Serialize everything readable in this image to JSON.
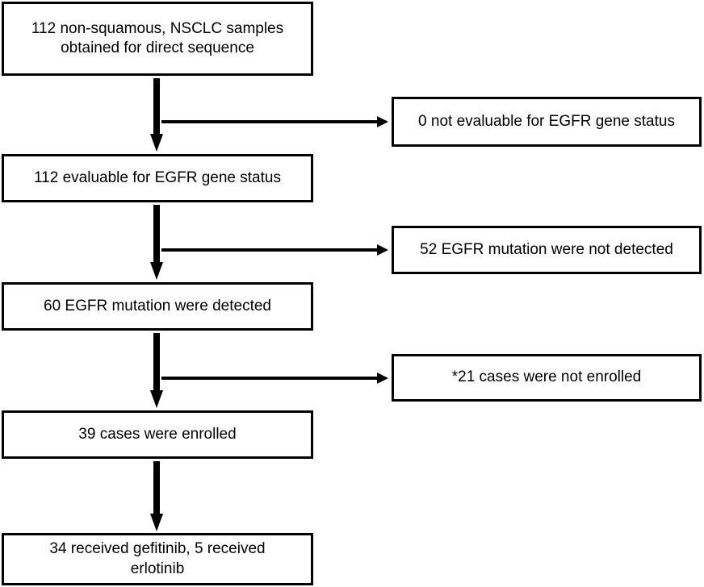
{
  "chart_data": {
    "type": "diagram",
    "diagram_kind": "flowchart",
    "title": "",
    "nodes": [
      {
        "id": "samples",
        "label": "112 non-squamous, NSCLC samples\nobtained for direct sequence",
        "column": "main",
        "count": 112
      },
      {
        "id": "not_evaluable",
        "label": "0 not evaluable for EGFR gene status",
        "column": "branch",
        "count": 0
      },
      {
        "id": "evaluable",
        "label": "112 evaluable for EGFR gene status",
        "column": "main",
        "count": 112
      },
      {
        "id": "mutation_neg",
        "label": "52 EGFR mutation were not detected",
        "column": "branch",
        "count": 52
      },
      {
        "id": "mutation_pos",
        "label": "60 EGFR mutation were detected",
        "column": "main",
        "count": 60
      },
      {
        "id": "not_enrolled",
        "label": "*21 cases were not enrolled",
        "column": "branch",
        "count": 21
      },
      {
        "id": "enrolled",
        "label": "39 cases were enrolled",
        "column": "main",
        "count": 39
      },
      {
        "id": "treatment",
        "label": "34 received gefitinib, 5 received\nerlotinib",
        "column": "main",
        "count": 39
      }
    ],
    "edges": [
      {
        "from": "samples",
        "to": "evaluable",
        "kind": "vertical"
      },
      {
        "from": "samples",
        "to": "not_evaluable",
        "kind": "horizontal"
      },
      {
        "from": "evaluable",
        "to": "mutation_pos",
        "kind": "vertical"
      },
      {
        "from": "evaluable",
        "to": "mutation_neg",
        "kind": "horizontal"
      },
      {
        "from": "mutation_pos",
        "to": "enrolled",
        "kind": "vertical"
      },
      {
        "from": "mutation_pos",
        "to": "not_enrolled",
        "kind": "horizontal"
      },
      {
        "from": "enrolled",
        "to": "treatment",
        "kind": "vertical"
      }
    ],
    "colors": {
      "stroke": "#000000",
      "fill": "#ffffff",
      "text": "#000000"
    }
  },
  "nodes": {
    "samples": {
      "text": "112 non-squamous, NSCLC samples\nobtained for direct sequence"
    },
    "not_evaluable": {
      "text": "0 not evaluable for EGFR gene status"
    },
    "evaluable": {
      "text": "112 evaluable for EGFR gene status"
    },
    "mutation_neg": {
      "text": "52 EGFR mutation were not detected"
    },
    "mutation_pos": {
      "text": "60 EGFR mutation were detected"
    },
    "not_enrolled": {
      "text": "*21 cases were not enrolled"
    },
    "enrolled": {
      "text": "39 cases were enrolled"
    },
    "treatment": {
      "text": "34 received gefitinib, 5 received\nerlotinib"
    }
  }
}
